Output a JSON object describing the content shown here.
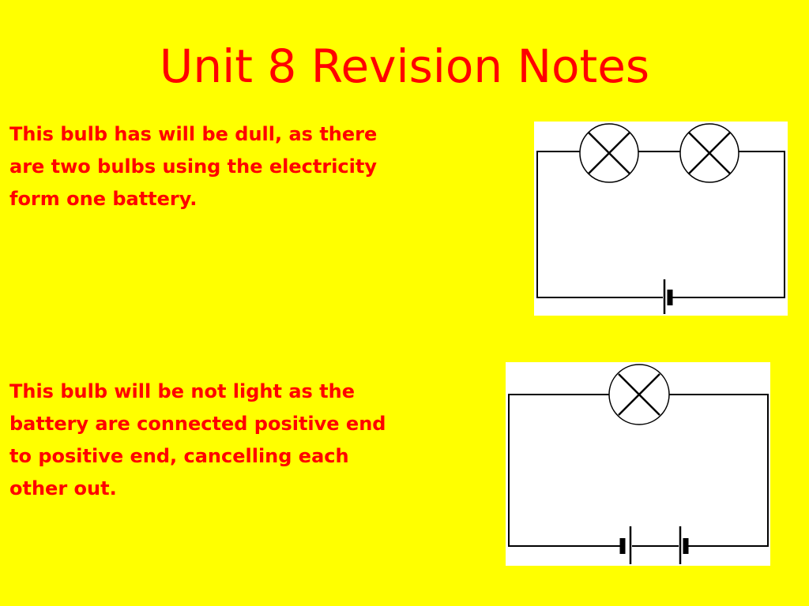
{
  "slide": {
    "title": "Unit 8 Revision Notes",
    "background_color": "#ffff00",
    "text_color": "#ff0000"
  },
  "notes": [
    {
      "lines": [
        "This bulb has will be dull, as there",
        "are two bulbs using the electricity",
        "form one battery."
      ]
    },
    {
      "lines": [
        "This bulb will be not light as the",
        "battery are connected positive end",
        "to positive end, cancelling each",
        "other out."
      ]
    }
  ],
  "circuits": [
    {
      "description_icon": "series-circuit-two-bulbs-one-cell",
      "bulbs": 2,
      "cells": 1
    },
    {
      "description_icon": "circuit-one-bulb-two-opposed-cells",
      "bulbs": 1,
      "cells": 2
    }
  ]
}
